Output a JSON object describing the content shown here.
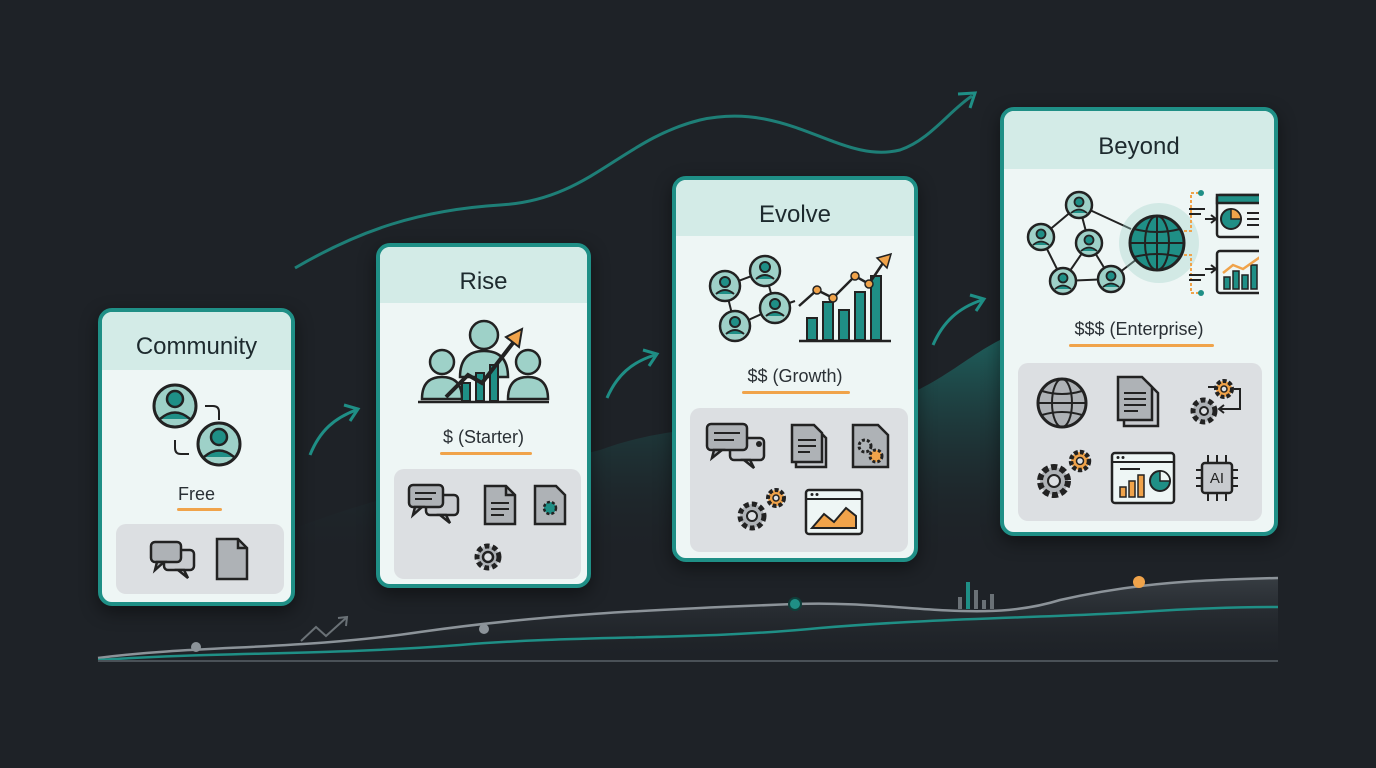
{
  "tiers": [
    {
      "title": "Community",
      "price": "Free"
    },
    {
      "title": "Rise",
      "price": "$ (Starter)"
    },
    {
      "title": "Evolve",
      "price": "$$ (Growth)"
    },
    {
      "title": "Beyond",
      "price": "$$$ (Enterprise)"
    }
  ],
  "ai_chip_label": "AI",
  "colors": {
    "background": "#1e2227",
    "teal": "#1f8f86",
    "card": "#eef6f5",
    "header": "#d3ebe7",
    "accent_orange": "#f0a34a",
    "tray": "#dcdfe2"
  }
}
